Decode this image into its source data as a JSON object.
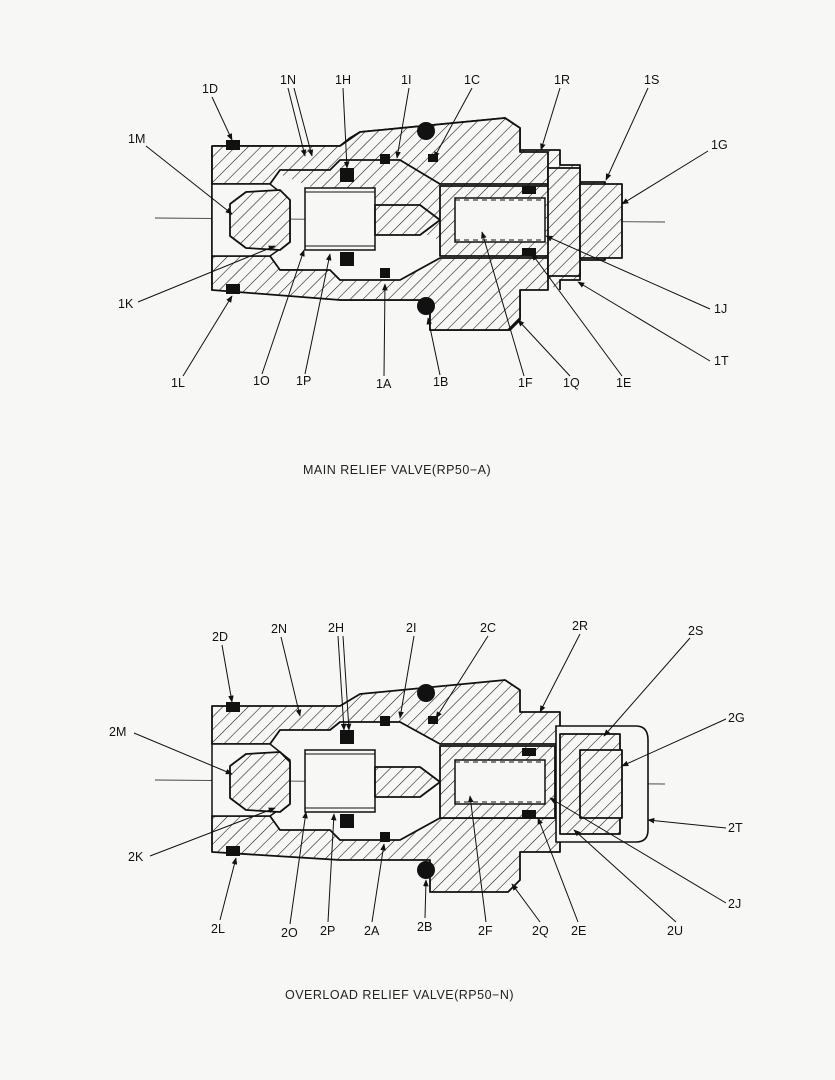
{
  "diagrams": [
    {
      "caption": "MAIN RELIEF VALVE(RP50−A)",
      "top_labels": [
        "1D",
        "1N",
        "1H",
        "1I",
        "1C",
        "1R",
        "1S"
      ],
      "left_labels": [
        "1M",
        "1K"
      ],
      "right_labels": [
        "1G",
        "1J",
        "1T"
      ],
      "bottom_labels": [
        "1L",
        "1O",
        "1P",
        "1A",
        "1B",
        "1F",
        "1Q",
        "1E"
      ]
    },
    {
      "caption": "OVERLOAD RELIEF VALVE(RP50−N)",
      "top_labels": [
        "2D",
        "2N",
        "2H",
        "2I",
        "2C",
        "2R",
        "2S"
      ],
      "left_labels": [
        "2M",
        "2K"
      ],
      "right_labels": [
        "2G",
        "2T",
        "2J"
      ],
      "bottom_labels": [
        "2L",
        "2O",
        "2P",
        "2A",
        "2B",
        "2F",
        "2Q",
        "2E",
        "2U"
      ]
    }
  ]
}
